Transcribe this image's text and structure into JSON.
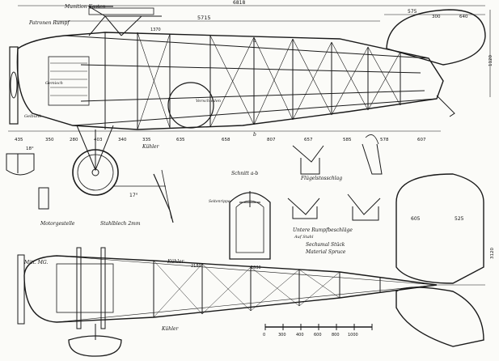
{
  "annotations": {
    "munition_kasten": "Munition Kasten",
    "patronen_rumpf": "Patronen Rumpf",
    "kuhler_top": "Kühler",
    "kuhler_bottom": "Kühler",
    "kuhler_plan": "Kühler",
    "schnitt_ab": "Schnitt a-b",
    "flugelstossschlag": "Flügelstosschlag",
    "motorgestelle": "Motorgestelle",
    "stahlblech": "Stahlblech 2mm",
    "untere_rumpfbeschlage": "Untere Rumpfbeschläge",
    "seitenrippe": "Seitenrippe",
    "mit_mg": "Mitt. MG.",
    "sechsmal_stuck": "Sechsmal Stück",
    "material_spruce": "Material Spruce",
    "auf_stahl": "Auf Stahl",
    "verschiedenes": "Verschieden",
    "gemisch": "Gemisch",
    "gelbunk": "Gelbunk"
  },
  "dimensions": {
    "overall_length": "6818",
    "fuselage_length": "5715",
    "dim_575": "575",
    "dim_300": "300",
    "dim_640": "640",
    "dim_1120": "1120",
    "dim_1370": "1370",
    "dim_2180": "2180",
    "dim_1830": "1830",
    "dim_605": "605",
    "dim_525": "525",
    "dim_3120": "3120",
    "dim_17": "17°",
    "dim_18": "18°",
    "stations": [
      "435",
      "350",
      "280",
      "403",
      "340",
      "335",
      "635",
      "658",
      "807",
      "657",
      "585",
      "578",
      "607"
    ]
  },
  "scale_bar": {
    "ticks": [
      "0",
      "300",
      "400",
      "600",
      "800",
      "1000"
    ]
  },
  "section_markers": {
    "a_top": "a",
    "b_bottom": "b"
  }
}
